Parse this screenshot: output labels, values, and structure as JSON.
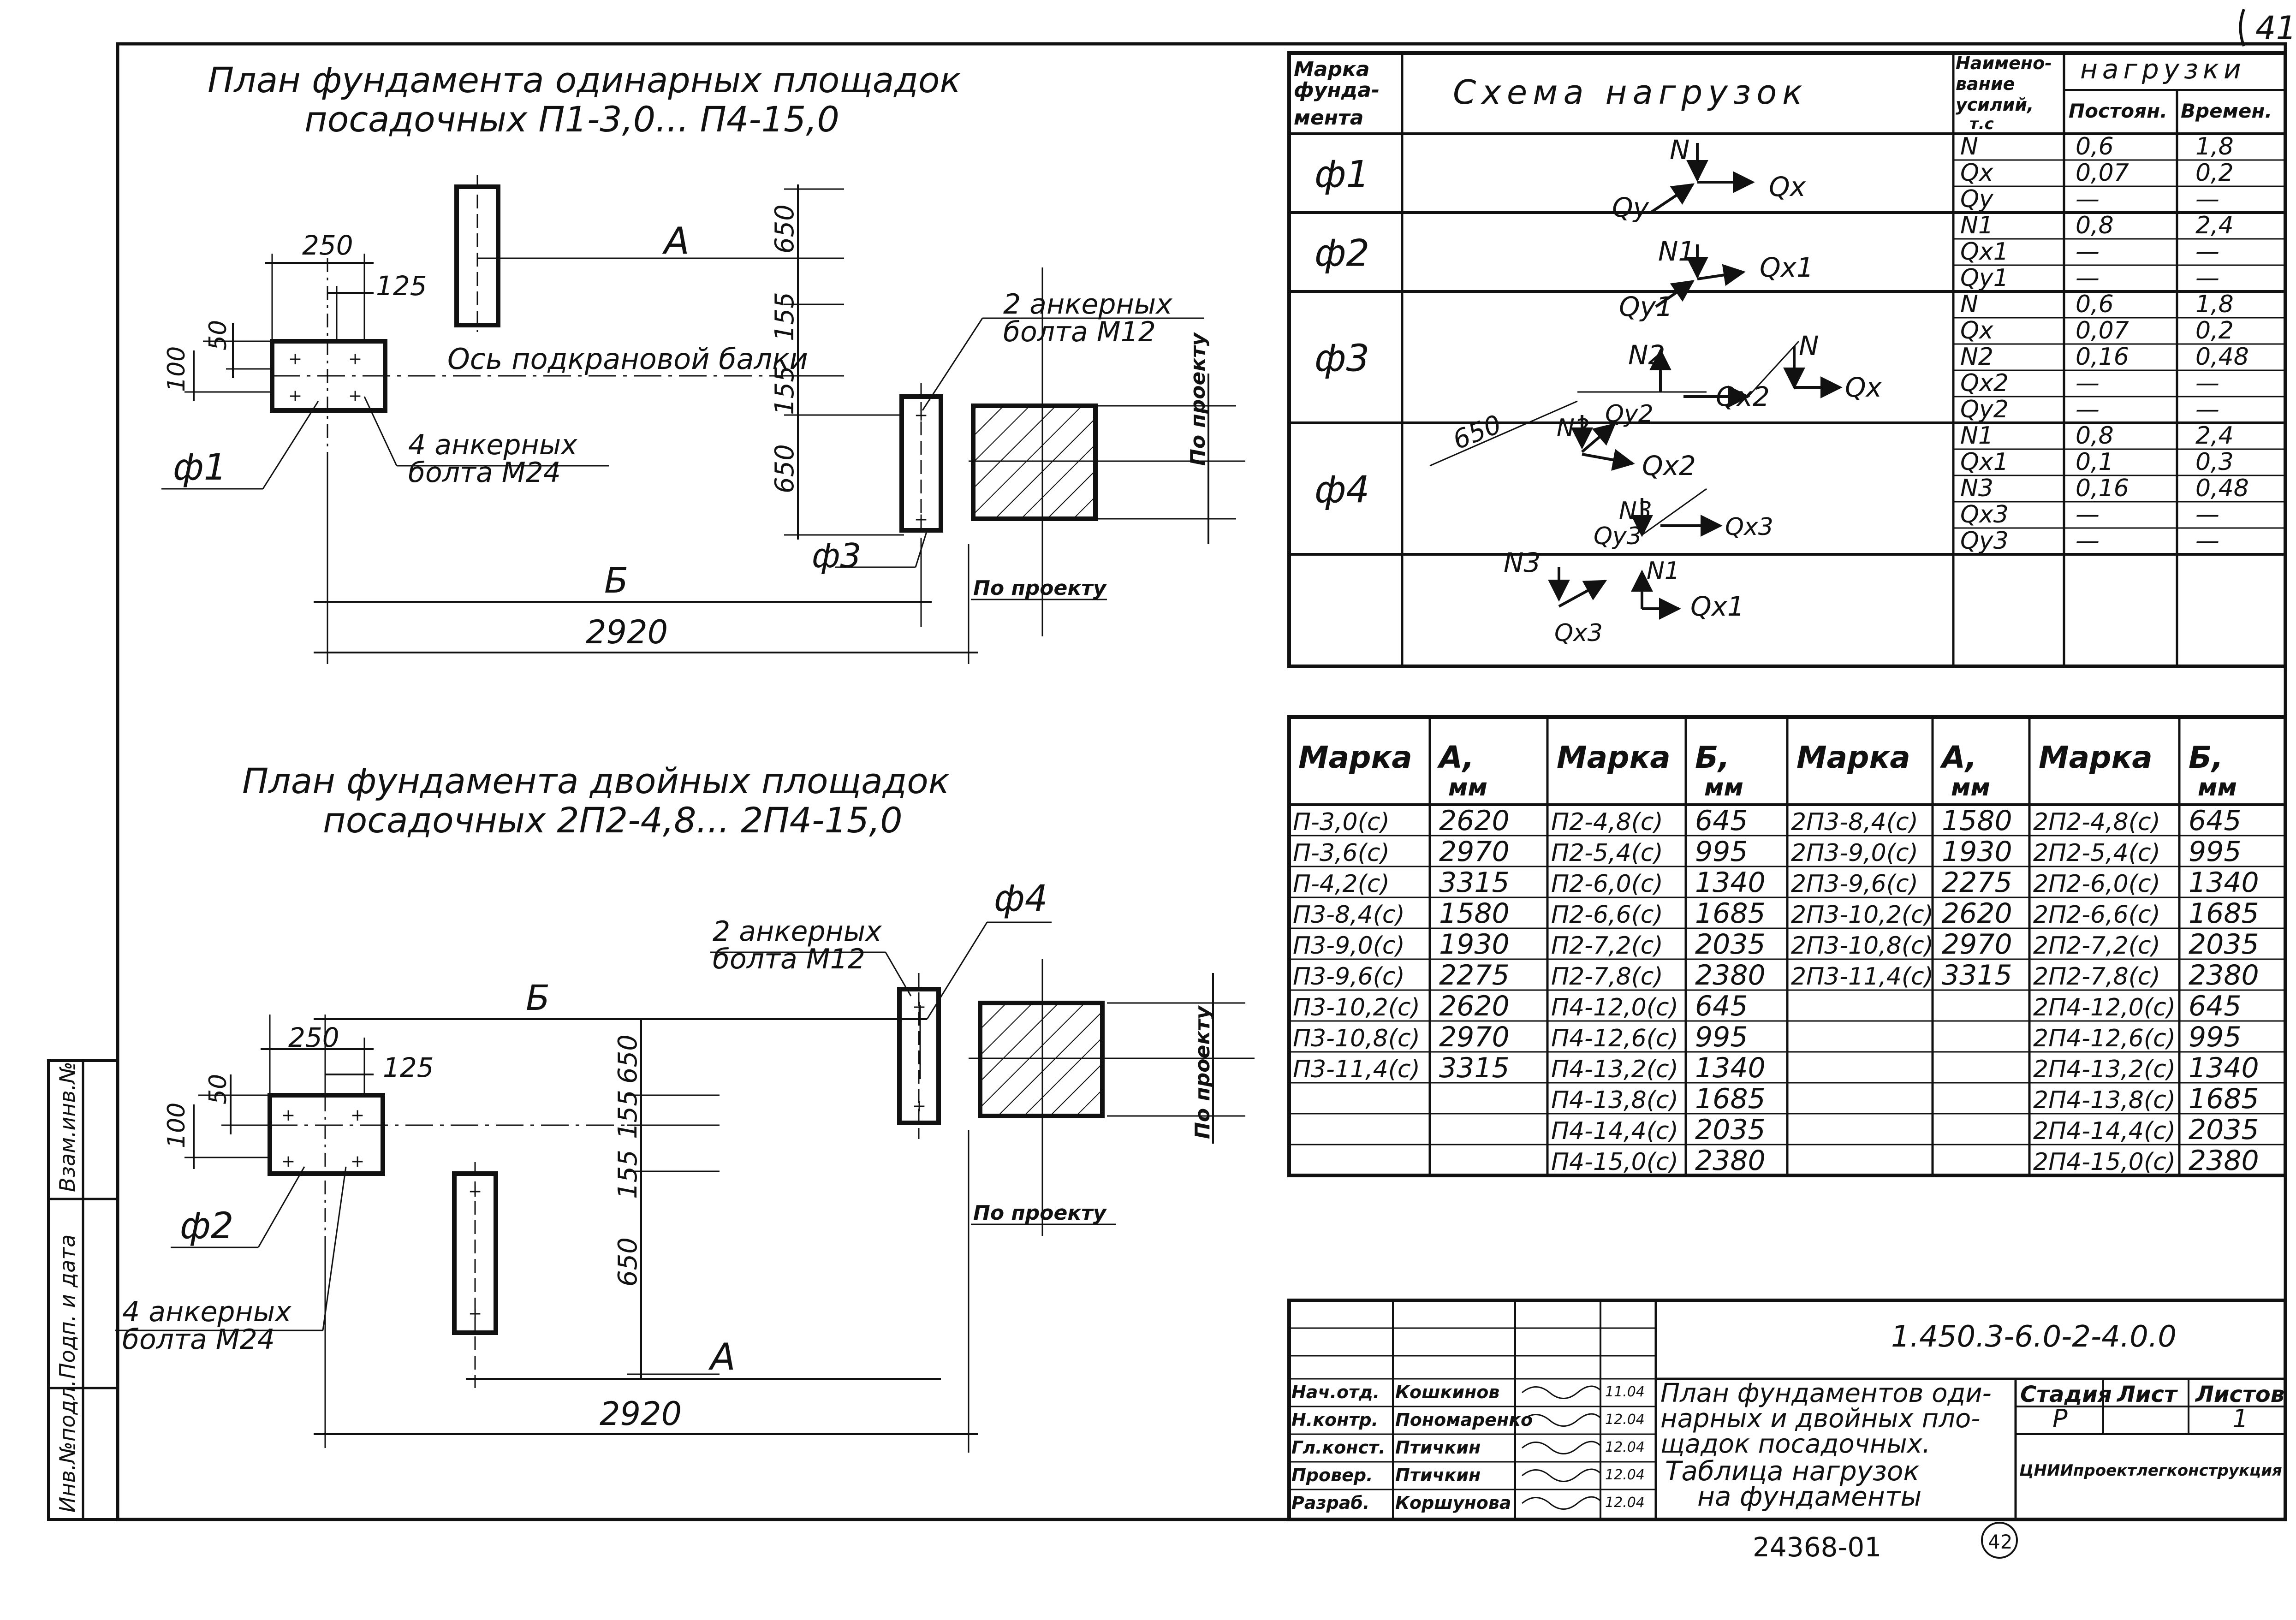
{
  "sheet": {
    "number": "41",
    "code": "1.450.3-6.0-2-4.0.0",
    "bottom_code": "24368-01",
    "bottom_mark": "42"
  },
  "plan_single": {
    "title_line1": "План фундамента одинарных площадок",
    "title_line2": "посадочных П1-3,0... П4-15,0",
    "dim_250": "250",
    "dim_125": "125",
    "dim_50": "50",
    "dim_100": "100",
    "dim_650a": "650",
    "dim_155a": "155",
    "dim_155b": "155",
    "dim_650b": "650",
    "label_A": "А",
    "label_B": "Б",
    "dim_2920": "2920",
    "axis_label": "Ось подкрановой балки",
    "anchor_m12_1": "2 анкерных",
    "anchor_m12_2": "болта М12",
    "anchor_m24_1": "4 анкерных",
    "anchor_m24_2": "болта М24",
    "f1": "ф1",
    "f3": "ф3",
    "po_proektu_v": "По проекту",
    "po_proektu_h": "По проекту"
  },
  "plan_double": {
    "title_line1": "План фундамента двойных площадок",
    "title_line2": "посадочных 2П2-4,8... 2П4-15,0",
    "dim_250": "250",
    "dim_125": "125",
    "dim_50": "50",
    "dim_100": "100",
    "dim_650a": "650",
    "dim_155a": "155",
    "dim_155b": "155",
    "dim_650b": "650",
    "label_A": "А",
    "label_B": "Б",
    "dim_2920": "2920",
    "anchor_m12_1": "2 анкерных",
    "anchor_m12_2": "болта М12",
    "anchor_m24_1": "4 анкерных",
    "anchor_m24_2": "болта М24",
    "f2": "ф2",
    "f4": "ф4",
    "po_proektu_v": "По проекту",
    "po_proektu_h": "По проекту"
  },
  "load_table": {
    "h_mark": [
      "Марка",
      "фунда-",
      "мента"
    ],
    "h_scheme": "Схема нагрузок",
    "h_name": [
      "Наимено-",
      "вание",
      "усилий,",
      "т.с"
    ],
    "h_loads": "нагрузки",
    "h_const": "Постоян.",
    "h_temp": "Времен.",
    "groups": [
      {
        "mark": "ф1",
        "rows": [
          [
            "N",
            "0,6",
            "1,8"
          ],
          [
            "Qx",
            "0,07",
            "0,2"
          ],
          [
            "Qy",
            "—",
            "—"
          ]
        ]
      },
      {
        "mark": "ф2",
        "rows": [
          [
            "N1",
            "0,8",
            "2,4"
          ],
          [
            "Qx1",
            "—",
            "—"
          ],
          [
            "Qy1",
            "—",
            "—"
          ]
        ]
      },
      {
        "mark": "ф3",
        "rows": [
          [
            "N",
            "0,6",
            "1,8"
          ],
          [
            "Qx",
            "0,07",
            "0,2"
          ],
          [
            "N2",
            "0,16",
            "0,48"
          ],
          [
            "Qx2",
            "—",
            "—"
          ],
          [
            "Qy2",
            "—",
            "—"
          ]
        ]
      },
      {
        "mark": "ф4",
        "rows": [
          [
            "N1",
            "0,8",
            "2,4"
          ],
          [
            "Qx1",
            "0,1",
            "0,3"
          ],
          [
            "N3",
            "0,16",
            "0,48"
          ],
          [
            "Qx3",
            "—",
            "—"
          ],
          [
            "Qy3",
            "—",
            "—"
          ]
        ]
      }
    ],
    "schemes": {
      "f1": {
        "N": "N",
        "Qx": "Qx",
        "Qy": "Qy"
      },
      "f2": {
        "N": "N1",
        "Qx": "Qx1",
        "Qy": "Qy1"
      },
      "f3": {
        "dim": "650",
        "N2": "N2",
        "N": "N",
        "Qy2": "Qy2",
        "Qx2a": "Qx2",
        "Qx": "Qx",
        "N2b": "N2",
        "Qx2b": "Qx2"
      },
      "f4": {
        "N3a": "N3",
        "Qy3": "Qy3",
        "Qx3a": "Qx3",
        "N3b": "N3",
        "N1": "N1",
        "Qx1": "Qx1",
        "Qx3b": "Qx3"
      }
    }
  },
  "dim_table": {
    "headers": [
      [
        "Марка",
        ""
      ],
      [
        "А,",
        "мм"
      ],
      [
        "Марка",
        ""
      ],
      [
        "Б,",
        "мм"
      ],
      [
        "Марка",
        ""
      ],
      [
        "А,",
        "мм"
      ],
      [
        "Марка",
        ""
      ],
      [
        "Б,",
        "мм"
      ]
    ],
    "rows": [
      [
        "П-3,0(с)",
        "2620",
        "П2-4,8(с)",
        "645",
        "2П3-8,4(с)",
        "1580",
        "2П2-4,8(с)",
        "645"
      ],
      [
        "П-3,6(с)",
        "2970",
        "П2-5,4(с)",
        "995",
        "2П3-9,0(с)",
        "1930",
        "2П2-5,4(с)",
        "995"
      ],
      [
        "П-4,2(с)",
        "3315",
        "П2-6,0(с)",
        "1340",
        "2П3-9,6(с)",
        "2275",
        "2П2-6,0(с)",
        "1340"
      ],
      [
        "П3-8,4(с)",
        "1580",
        "П2-6,6(с)",
        "1685",
        "2П3-10,2(с)",
        "2620",
        "2П2-6,6(с)",
        "1685"
      ],
      [
        "П3-9,0(с)",
        "1930",
        "П2-7,2(с)",
        "2035",
        "2П3-10,8(с)",
        "2970",
        "2П2-7,2(с)",
        "2035"
      ],
      [
        "П3-9,6(с)",
        "2275",
        "П2-7,8(с)",
        "2380",
        "2П3-11,4(с)",
        "3315",
        "2П2-7,8(с)",
        "2380"
      ],
      [
        "П3-10,2(с)",
        "2620",
        "П4-12,0(с)",
        "645",
        "",
        "",
        "2П4-12,0(с)",
        "645"
      ],
      [
        "П3-10,8(с)",
        "2970",
        "П4-12,6(с)",
        "995",
        "",
        "",
        "2П4-12,6(с)",
        "995"
      ],
      [
        "П3-11,4(с)",
        "3315",
        "П4-13,2(с)",
        "1340",
        "",
        "",
        "2П4-13,2(с)",
        "1340"
      ],
      [
        "",
        "",
        "П4-13,8(с)",
        "1685",
        "",
        "",
        "2П4-13,8(с)",
        "1685"
      ],
      [
        "",
        "",
        "П4-14,4(с)",
        "2035",
        "",
        "",
        "2П4-14,4(с)",
        "2035"
      ],
      [
        "",
        "",
        "П4-15,0(с)",
        "2380",
        "",
        "",
        "2П4-15,0(с)",
        "2380"
      ]
    ]
  },
  "title_block": {
    "roles": [
      "Нач.отд.",
      "Н.контр.",
      "Гл.конст.",
      "Провер.",
      "Разраб."
    ],
    "names": [
      "Кошкинов",
      "Пономаренко",
      "Птичкин",
      "Птичкин",
      "Коршунова"
    ],
    "dates": [
      "11.04",
      "12.04",
      "12.04",
      "12.04",
      "12.04"
    ],
    "title_lines": [
      "План фундаментов оди-",
      "нарных и двойных пло-",
      "щадок посадочных.",
      "Таблица нагрузок",
      "на фундаменты"
    ],
    "stage_h": "Стадия",
    "sheet_h": "Лист",
    "sheets_h": "Листов",
    "stage": "Р",
    "sheets": "1",
    "org": "ЦНИИпроектлегконструкция"
  },
  "side_stamp": [
    "Инв.№подл.",
    "Подп. и дата",
    "Взам.инв.№"
  ]
}
